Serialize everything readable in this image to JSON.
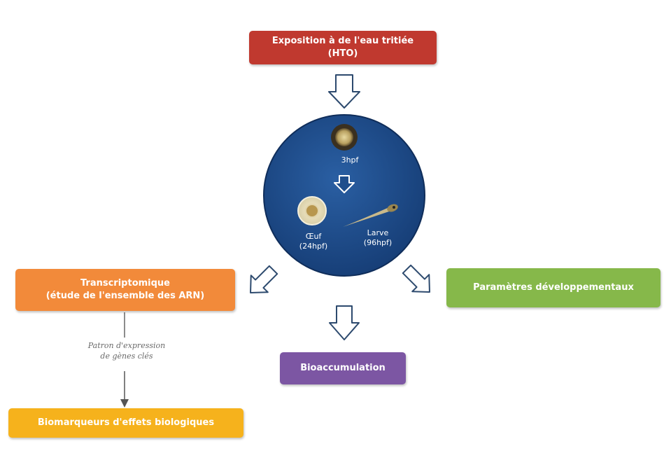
{
  "boxes": {
    "exposure": {
      "line1": "Exposition à de l'eau tritiée",
      "line2": "(HTO)",
      "color": "#c0392f"
    },
    "transcriptomic": {
      "line1": "Transcriptomique",
      "line2": "(étude de l'ensemble des ARN)",
      "color": "#f28a3a"
    },
    "devparams": {
      "line1": "Paramètres développementaux",
      "color": "#86b84a"
    },
    "bioaccum": {
      "line1": "Bioaccumulation",
      "color": "#7c56a3"
    },
    "biomarkers": {
      "line1": "Biomarqueurs d'effets biologiques",
      "color": "#f6b21c"
    }
  },
  "circle": {
    "color": "#1f4e8c",
    "stage_3hpf": "3hpf",
    "egg_line1": "Œuf",
    "egg_line2": "(24hpf)",
    "larva_line1": "Larve",
    "larva_line2": "(96hpf)"
  },
  "annotation": {
    "line1": "Patron d'expression",
    "line2": "de gènes clés"
  }
}
